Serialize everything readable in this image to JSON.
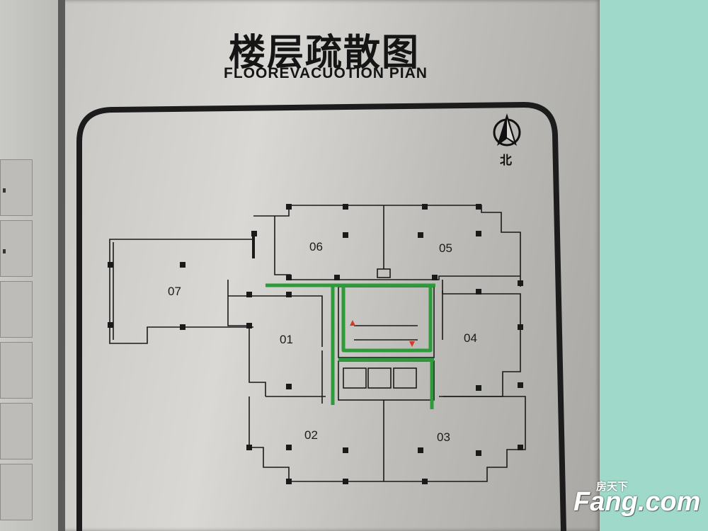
{
  "sign": {
    "title_zh": "楼层疏散图",
    "title_en": "FLOOREVACUOTION PIAN",
    "north_label": "北",
    "north_icon": "north-arrow-icon"
  },
  "rooms": {
    "r01": "01",
    "r02": "02",
    "r03": "03",
    "r04": "04",
    "r05": "05",
    "r06": "06",
    "r07": "07"
  },
  "watermark": {
    "sub": "房天下",
    "brand": "Fang.com"
  },
  "colors": {
    "evacuation_route": "#2e9b3a",
    "wall_line": "#1a1a1a",
    "background": "#9fd9c9"
  }
}
